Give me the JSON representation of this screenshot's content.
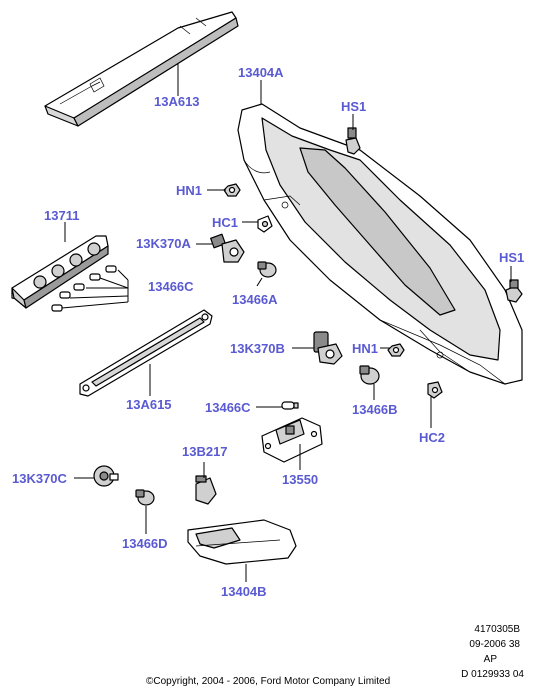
{
  "labels": {
    "p13A613": "13A613",
    "p13404A": "13404A",
    "pHS1_top": "HS1",
    "pHN1_top": "HN1",
    "pHC1": "HC1",
    "p13711": "13711",
    "p13K370A": "13K370A",
    "p13466C_left": "13466C",
    "p13466A": "13466A",
    "pHS1_right": "HS1",
    "p13K370B": "13K370B",
    "pHN1_mid": "HN1",
    "p13A615": "13A615",
    "p13466C_mid": "13466C",
    "p13466B": "13466B",
    "pHC2": "HC2",
    "p13B217": "13B217",
    "p13550": "13550",
    "p13K370C": "13K370C",
    "p13466D": "13466D",
    "p13404B": "13404B"
  },
  "footer": {
    "ref_line1": "4170305B",
    "ref_line2": "09-2006 38",
    "ref_line3": "AP",
    "ref_line4": "D 0129933 04",
    "copyright": "©Copyright, 2004 - 2006, Ford Motor Company Limited"
  },
  "colors": {
    "label": "#5a5ad2",
    "part_fill": "#ffffff",
    "part_shade": "#d0d0d0",
    "part_dark": "#8a8a8a"
  }
}
